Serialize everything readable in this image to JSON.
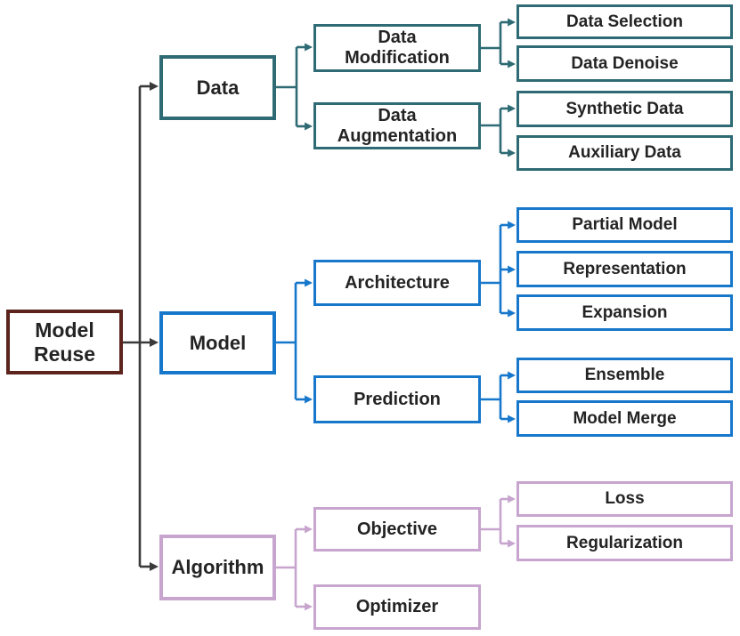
{
  "nodes": {
    "root": "Model Reuse",
    "data": "Data",
    "model": "Model",
    "algorithm": "Algorithm",
    "data_modification": "Data Modification",
    "data_augmentation": "Data Augmentation",
    "architecture": "Architecture",
    "prediction": "Prediction",
    "objective": "Objective",
    "optimizer": "Optimizer",
    "data_selection": "Data Selection",
    "data_denoise": "Data Denoise",
    "synthetic_data": "Synthetic Data",
    "auxiliary_data": "Auxiliary Data",
    "partial_model": "Partial Model",
    "representation": "Representation",
    "expansion": "Expansion",
    "ensemble": "Ensemble",
    "model_merge": "Model Merge",
    "loss": "Loss",
    "regularization": "Regularization"
  },
  "hierarchy": {
    "root": [
      "data",
      "model",
      "algorithm"
    ],
    "data": [
      "data_modification",
      "data_augmentation"
    ],
    "data_modification": [
      "data_selection",
      "data_denoise"
    ],
    "data_augmentation": [
      "synthetic_data",
      "auxiliary_data"
    ],
    "model": [
      "architecture",
      "prediction"
    ],
    "architecture": [
      "partial_model",
      "representation",
      "expansion"
    ],
    "prediction": [
      "ensemble",
      "model_merge"
    ],
    "algorithm": [
      "objective",
      "optimizer"
    ],
    "objective": [
      "loss",
      "regularization"
    ]
  },
  "colors": {
    "root_border": "#5C241D",
    "data_branch": "#2E6B74",
    "model_branch": "#1778CB",
    "algorithm_branch": "#C7A5CE",
    "trunk_connector": "#3A3A3A",
    "text": "#242424",
    "background": "#FFFFFF"
  }
}
